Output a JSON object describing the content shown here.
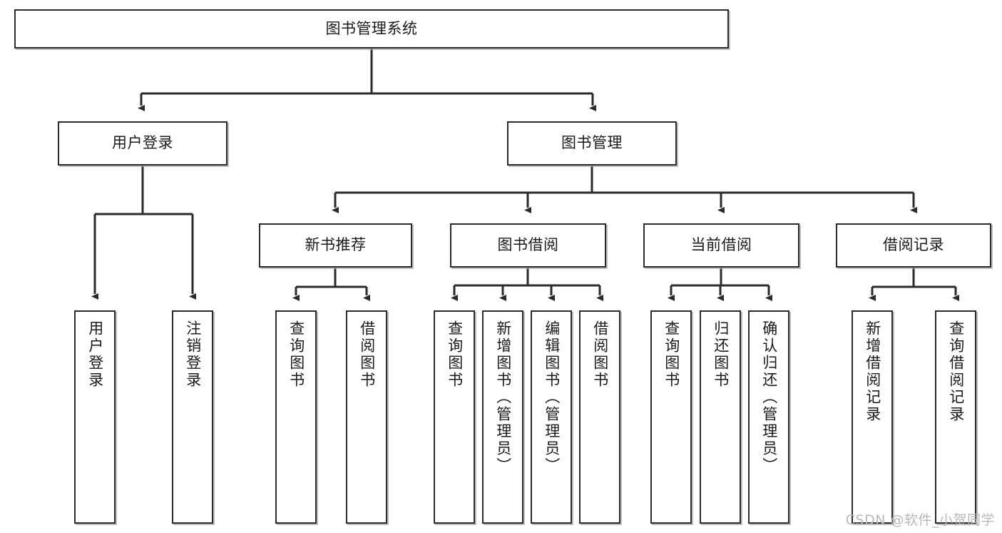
{
  "diagram": {
    "type": "hierarchy-tree",
    "title": "图书管理系统",
    "watermark": "CSDN @软件_小贺同学",
    "colors": {
      "box_border": "#2b2b2b",
      "box_fill": "#ffffff",
      "connector": "#2b2b2b",
      "text": "#1a1a1a",
      "watermark": "#b9b9b9"
    },
    "levels": {
      "level1": [
        {
          "id": "root",
          "label": "图书管理系统"
        }
      ],
      "level2": [
        {
          "id": "user-login",
          "label": "用户登录",
          "parent": "root"
        },
        {
          "id": "book-manage",
          "label": "图书管理",
          "parent": "root"
        }
      ],
      "level3": [
        {
          "id": "new-book-rec",
          "label": "新书推荐",
          "parent": "book-manage"
        },
        {
          "id": "book-borrow",
          "label": "图书借阅",
          "parent": "book-manage"
        },
        {
          "id": "current-borrow",
          "label": "当前借阅",
          "parent": "book-manage"
        },
        {
          "id": "borrow-record",
          "label": "借阅记录",
          "parent": "book-manage"
        }
      ],
      "leaves": [
        {
          "id": "leaf-1",
          "label": "用户登录",
          "parent": "user-login"
        },
        {
          "id": "leaf-2",
          "label": "注销登录",
          "parent": "user-login"
        },
        {
          "id": "leaf-3",
          "label": "查询图书",
          "parent": "new-book-rec"
        },
        {
          "id": "leaf-4",
          "label": "借阅图书",
          "parent": "new-book-rec"
        },
        {
          "id": "leaf-5",
          "label": "查询图书",
          "parent": "book-borrow"
        },
        {
          "id": "leaf-6",
          "label": "新增图书（管理员）",
          "parent": "book-borrow"
        },
        {
          "id": "leaf-7",
          "label": "编辑图书（管理员）",
          "parent": "book-borrow"
        },
        {
          "id": "leaf-8",
          "label": "借阅图书",
          "parent": "book-borrow"
        },
        {
          "id": "leaf-9",
          "label": "查询图书",
          "parent": "current-borrow"
        },
        {
          "id": "leaf-10",
          "label": "归还图书",
          "parent": "current-borrow"
        },
        {
          "id": "leaf-11",
          "label": "确认归还（管理员）",
          "parent": "current-borrow"
        },
        {
          "id": "leaf-12",
          "label": "新增借阅记录",
          "parent": "borrow-record"
        },
        {
          "id": "leaf-13",
          "label": "查询借阅记录",
          "parent": "borrow-record"
        }
      ]
    }
  }
}
